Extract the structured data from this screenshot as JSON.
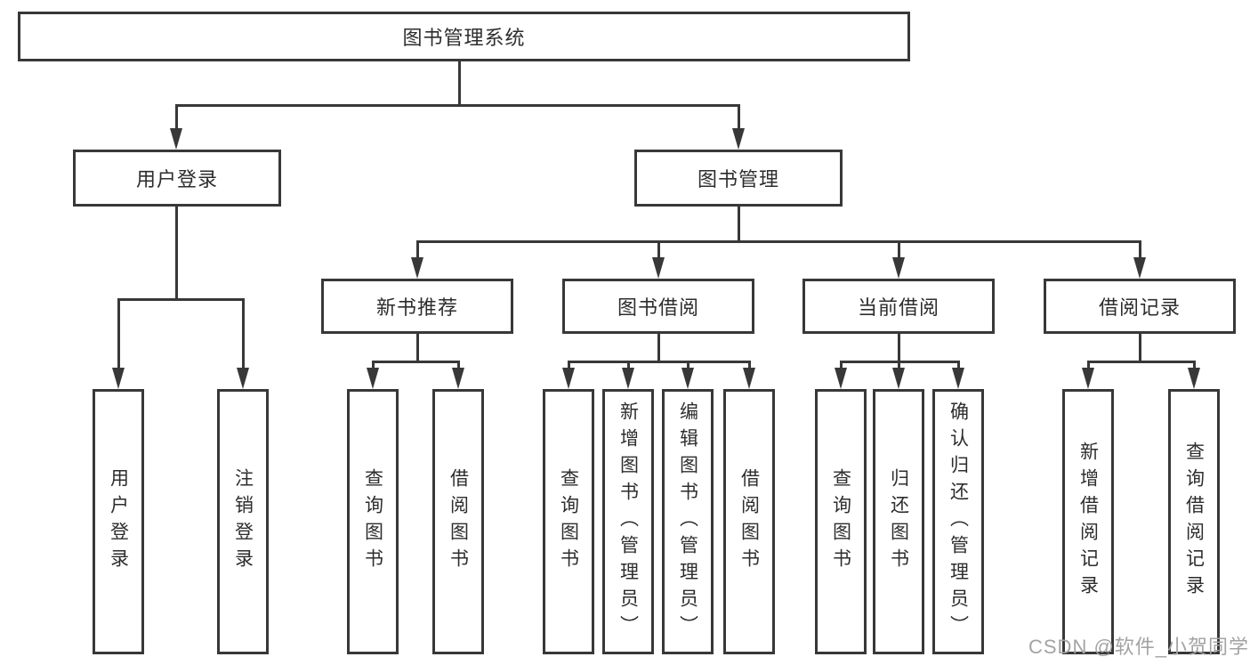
{
  "diagram": {
    "root": {
      "label": "图书管理系统"
    },
    "branches": [
      {
        "label": "用户登录",
        "children": [
          {
            "label": "用户登录"
          },
          {
            "label": "注销登录"
          }
        ]
      },
      {
        "label": "图书管理",
        "children": [
          {
            "label": "新书推荐",
            "children": [
              {
                "label": "查询图书"
              },
              {
                "label": "借阅图书"
              }
            ]
          },
          {
            "label": "图书借阅",
            "children": [
              {
                "label": "查询图书"
              },
              {
                "label": "新增图书（管理员）"
              },
              {
                "label": "编辑图书（管理员）"
              },
              {
                "label": "借阅图书"
              }
            ]
          },
          {
            "label": "当前借阅",
            "children": [
              {
                "label": "查询图书"
              },
              {
                "label": "归还图书"
              },
              {
                "label": "确认归还（管理员）"
              }
            ]
          },
          {
            "label": "借阅记录",
            "children": [
              {
                "label": "新增借阅记录"
              },
              {
                "label": "查询借阅记录"
              }
            ]
          }
        ]
      }
    ]
  },
  "watermark": {
    "text": "CSDN @软件_小贺同学"
  },
  "colors": {
    "line": "#383838",
    "text": "#2d2d2d",
    "watermark": "#a3a3a3",
    "background": "#ffffff"
  }
}
